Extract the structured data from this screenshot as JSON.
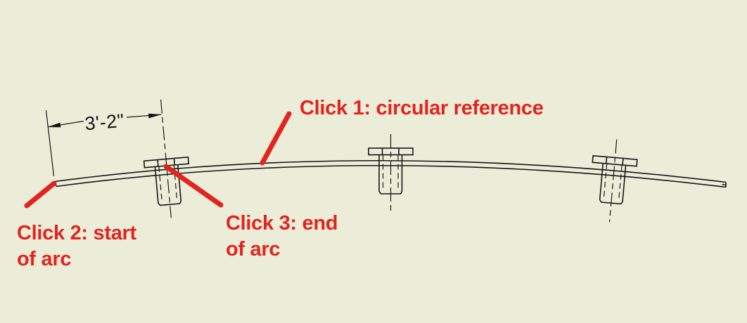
{
  "meta": {
    "bg": "#ecedd9",
    "ink": "#161616",
    "red": "#e3231e"
  },
  "drawing": {
    "dimension": {
      "label": "3'-2\""
    },
    "bolt_count": 3
  },
  "annotations": {
    "click1": {
      "label": "Click 1: circular reference"
    },
    "click2": {
      "line1": "Click 2: start",
      "line2": "of arc"
    },
    "click3": {
      "line1": "Click 3: end",
      "line2": "of arc"
    }
  }
}
